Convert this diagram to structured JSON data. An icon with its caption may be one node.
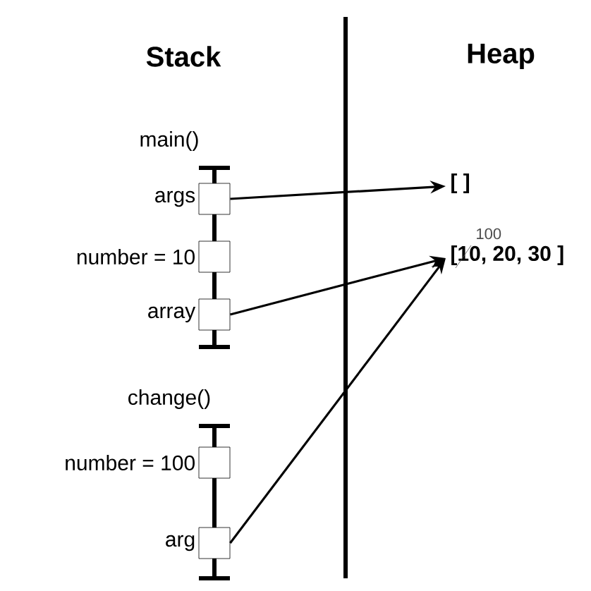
{
  "diagram": {
    "nodes": [
      {
        "text": [],
        "shape": "box",
        "beside": [
          "args"
        ]
      },
      {
        "text": [],
        "shape": "box",
        "beside": [
          "number = 10"
        ]
      },
      {
        "text": [],
        "shape": "box",
        "beside": [
          "array"
        ]
      },
      {
        "text": [],
        "shape": "box",
        "beside": [
          "number = 100"
        ]
      },
      {
        "text": [],
        "shape": "box",
        "beside": [
          "arg"
        ]
      },
      {
        "text": [
          "[ ]"
        ]
      },
      {
        "text": [
          "[10, 20, 30 ]"
        ],
        "beside": [
          "100"
        ]
      }
    ],
    "edges": [
      {
        "from": 0,
        "to": 5,
        "arrow": "to"
      },
      {
        "from": 2,
        "to": 6,
        "arrow": "to"
      },
      {
        "from": 4,
        "to": 6,
        "arrow": "to"
      }
    ],
    "labels": [
      "Stack",
      "Heap",
      "main()",
      "change()"
    ]
  }
}
